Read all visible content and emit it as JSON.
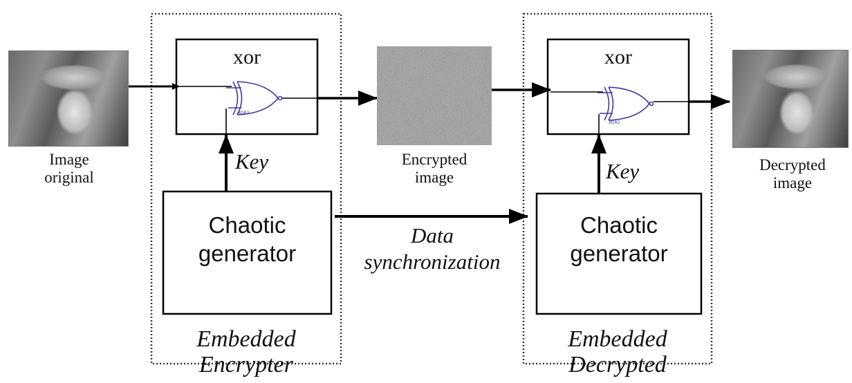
{
  "encrypter": {
    "xor_label": "xor",
    "key_label": "Key",
    "generator_label": [
      "Chaotic",
      "generator"
    ],
    "block_label": [
      "Embedded",
      "Encrypter"
    ]
  },
  "decrypter": {
    "xor_label": "xor",
    "key_label": "Key",
    "generator_label": [
      "Chaotic",
      "generator"
    ],
    "block_label": [
      "Embedded",
      "Decrypted"
    ]
  },
  "images": {
    "original_label": [
      "Image",
      "original"
    ],
    "encrypted_label": [
      "Encrypted",
      "image"
    ],
    "decrypted_label": [
      "Decrypted",
      "image"
    ]
  },
  "sync_label": [
    "Data",
    "synchronization"
  ],
  "gate_tag": "XOR2",
  "colors": {
    "stroke": "#000000",
    "gate": "#3a3a9e",
    "dotted": "#333333"
  }
}
